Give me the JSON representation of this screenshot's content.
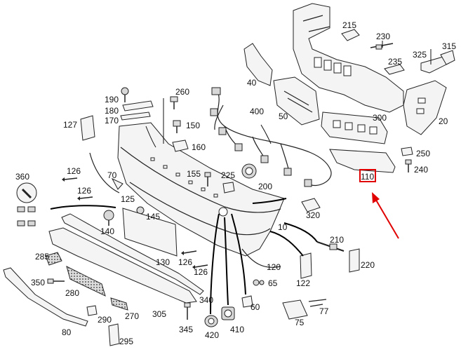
{
  "diagram": {
    "labels": [
      {
        "id": "p215",
        "text": "215"
      },
      {
        "id": "p230",
        "text": "230"
      },
      {
        "id": "p325",
        "text": "325"
      },
      {
        "id": "p315",
        "text": "315"
      },
      {
        "id": "p235",
        "text": "235"
      },
      {
        "id": "p40",
        "text": "40"
      },
      {
        "id": "p190",
        "text": "190"
      },
      {
        "id": "p260",
        "text": "260"
      },
      {
        "id": "p180",
        "text": "180"
      },
      {
        "id": "p170",
        "text": "170"
      },
      {
        "id": "p400",
        "text": "400"
      },
      {
        "id": "p50",
        "text": "50"
      },
      {
        "id": "p300",
        "text": "300"
      },
      {
        "id": "p20",
        "text": "20"
      },
      {
        "id": "p127",
        "text": "127"
      },
      {
        "id": "p150",
        "text": "150"
      },
      {
        "id": "p160",
        "text": "160"
      },
      {
        "id": "p250",
        "text": "250"
      },
      {
        "id": "p240",
        "text": "240"
      },
      {
        "id": "p110",
        "text": "110"
      },
      {
        "id": "p360",
        "text": "360"
      },
      {
        "id": "p126a",
        "text": "126"
      },
      {
        "id": "p70",
        "text": "70"
      },
      {
        "id": "p155",
        "text": "155"
      },
      {
        "id": "p225",
        "text": "225"
      },
      {
        "id": "p200",
        "text": "200"
      },
      {
        "id": "p126b",
        "text": "126"
      },
      {
        "id": "p125",
        "text": "125"
      },
      {
        "id": "p145",
        "text": "145"
      },
      {
        "id": "p320",
        "text": "320"
      },
      {
        "id": "p140",
        "text": "140"
      },
      {
        "id": "p10",
        "text": "10"
      },
      {
        "id": "p210",
        "text": "210"
      },
      {
        "id": "p285",
        "text": "285"
      },
      {
        "id": "p130",
        "text": "130"
      },
      {
        "id": "p126c",
        "text": "126"
      },
      {
        "id": "p126d",
        "text": "126"
      },
      {
        "id": "p220",
        "text": "220"
      },
      {
        "id": "p120",
        "text": "120"
      },
      {
        "id": "p350",
        "text": "350"
      },
      {
        "id": "p65",
        "text": "65"
      },
      {
        "id": "p122",
        "text": "122"
      },
      {
        "id": "p280",
        "text": "280"
      },
      {
        "id": "p340",
        "text": "340"
      },
      {
        "id": "p60",
        "text": "60"
      },
      {
        "id": "p77",
        "text": "77"
      },
      {
        "id": "p305",
        "text": "305"
      },
      {
        "id": "p270",
        "text": "270"
      },
      {
        "id": "p290",
        "text": "290"
      },
      {
        "id": "p345",
        "text": "345"
      },
      {
        "id": "p420",
        "text": "420"
      },
      {
        "id": "p410",
        "text": "410"
      },
      {
        "id": "p75",
        "text": "75"
      },
      {
        "id": "p80",
        "text": "80"
      },
      {
        "id": "p295",
        "text": "295"
      }
    ],
    "highlight": {
      "label_id": "p110",
      "color": "#e00000"
    },
    "line_color": "#222222"
  }
}
